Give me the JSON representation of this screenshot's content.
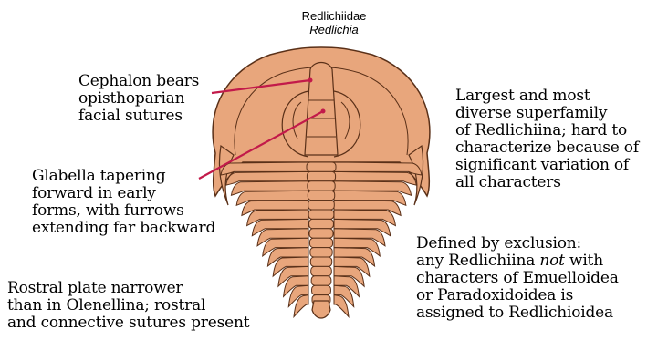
{
  "title": {
    "family": "Redlichiidae",
    "genus": "Redlichia"
  },
  "labels": {
    "cephalon": [
      "Cephalon bears",
      "opisthoparian",
      "facial sutures"
    ],
    "glabella": [
      "Glabella tapering",
      "forward in early",
      "forms, with furrows",
      "extending far backward"
    ],
    "rostral": [
      "Rostral plate narrower",
      "than in Olenellina; rostral",
      "and connective sutures present"
    ],
    "largest": [
      "Largest and most",
      "diverse superfamily",
      "of Redlichiina; hard to",
      "characterize because of",
      "significant variation of",
      "all characters"
    ],
    "defined": {
      "line1": "Defined by exclusion:",
      "line2_pre": "any Redlichiina ",
      "line2_em": "not",
      "line2_post": " with",
      "line3": "characters of Emuelloidea",
      "line4": "or Paradoxidoidea is",
      "line5": "assigned to Redlichioidea"
    }
  },
  "colors": {
    "body_fill": "#e8a67c",
    "body_stroke": "#5a3018",
    "pointer_line": "#c21a4a"
  }
}
